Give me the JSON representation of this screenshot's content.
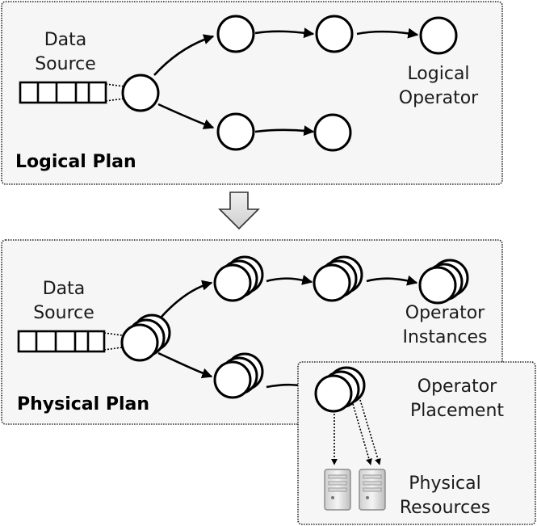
{
  "logical_plan": {
    "title": "Logical Plan",
    "data_source_label": [
      "Data",
      "Source"
    ],
    "operator_label": [
      "Logical",
      "Operator"
    ]
  },
  "physical_plan": {
    "title": "Physical Plan",
    "data_source_label": [
      "Data",
      "Source"
    ],
    "instances_label": [
      "Operator",
      "Instances"
    ]
  },
  "placement": {
    "placement_label": [
      "Operator",
      "Placement"
    ],
    "resources_label": [
      "Physical",
      "Resources"
    ]
  }
}
